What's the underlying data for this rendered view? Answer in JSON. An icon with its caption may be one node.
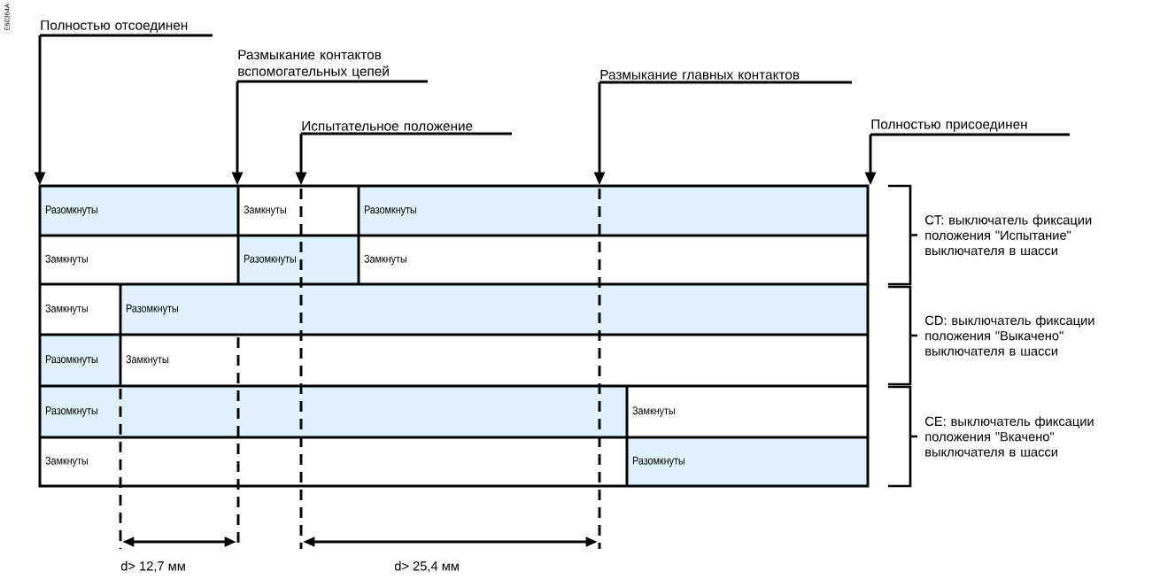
{
  "diagram": {
    "nodes": [
      {
        "text": [
          "Полностью отсоединен"
        ]
      },
      {
        "text": [
          "Размыкание контактов вспомогательных цепей"
        ]
      },
      {
        "text": [
          "Размыкание главных контактов"
        ]
      },
      {
        "text": [
          "Испытательное положение"
        ]
      },
      {
        "text": [
          "Полностью присоединен"
        ]
      },
      {
        "text": [
          "Разомкнуты"
        ]
      },
      {
        "text": [
          "Замкнуты"
        ]
      },
      {
        "text": [
          "Разомкнуты"
        ]
      },
      {
        "text": [
          "Замкнуты"
        ]
      },
      {
        "text": [
          "Разомкнуты"
        ]
      },
      {
        "text": [
          "Замкнуты"
        ]
      },
      {
        "text": [
          "Замкнуты"
        ]
      },
      {
        "text": [
          "Разомкнуты"
        ]
      },
      {
        "text": [
          "Разомкнуты"
        ]
      },
      {
        "text": [
          "Замкнуты"
        ]
      },
      {
        "text": [
          "Разомкнуты"
        ]
      },
      {
        "text": [
          "Замкнуты"
        ]
      },
      {
        "text": [
          "Замкнуты"
        ]
      },
      {
        "text": [
          "Разомкнуты"
        ]
      }
    ],
    "edges": [
      {
        "from": 0,
        "to": 5,
        "arrow": "to"
      },
      {
        "from": 1,
        "to": 6,
        "arrow": "to"
      },
      {
        "from": 2,
        "to": 7,
        "arrow": "to"
      },
      {
        "from": 3,
        "to": 6,
        "arrow": "to"
      },
      {
        "from": 4,
        "to": 7,
        "arrow": "to"
      }
    ],
    "labels": [
      "E60364A",
      "CT: выключатель фиксации положения \"Испытание\" выключателя в шасси",
      "CD: выключатель фиксации положения \"Выкачено\" выключателя в шасси",
      "CE: выключатель фиксации положения \"Вкачено\" выключателя в шасси",
      "d> 12,7 мм",
      "d> 25,4 мм"
    ]
  }
}
